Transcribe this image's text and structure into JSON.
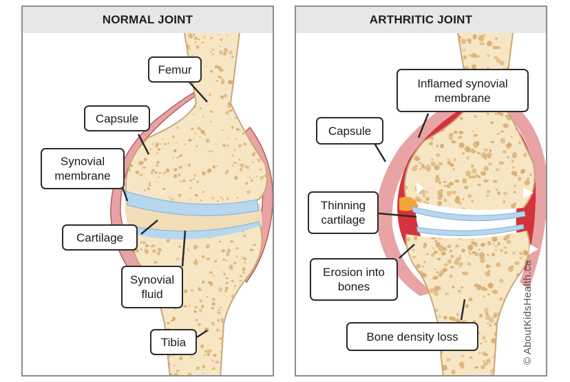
{
  "panels": {
    "normal": {
      "title": "NORMAL JOINT",
      "labels": {
        "femur": "Femur",
        "capsule": "Capsule",
        "synovial_membrane": "Synovial\nmembrane",
        "cartilage": "Cartilage",
        "synovial_fluid": "Synovial\nfluid",
        "tibia": "Tibia"
      }
    },
    "arthritic": {
      "title": "ARTHRITIC JOINT",
      "labels": {
        "inflamed_membrane": "Inflamed synovial\nmembrane",
        "capsule": "Capsule",
        "thinning_cartilage": "Thinning\ncartilage",
        "erosion": "Erosion into\nbones",
        "density_loss": "Bone density loss"
      },
      "credit": "© AboutKidsHealth.ca"
    }
  },
  "colors": {
    "bone": "#f6e6c4",
    "bone_spots": "#d9ac6e",
    "capsule": "#e8a3a4",
    "inflamed": "#d6323b",
    "cartilage": "#b7d7ef",
    "fluid": "#f2ddb6",
    "outline": "#2a2a2a"
  }
}
